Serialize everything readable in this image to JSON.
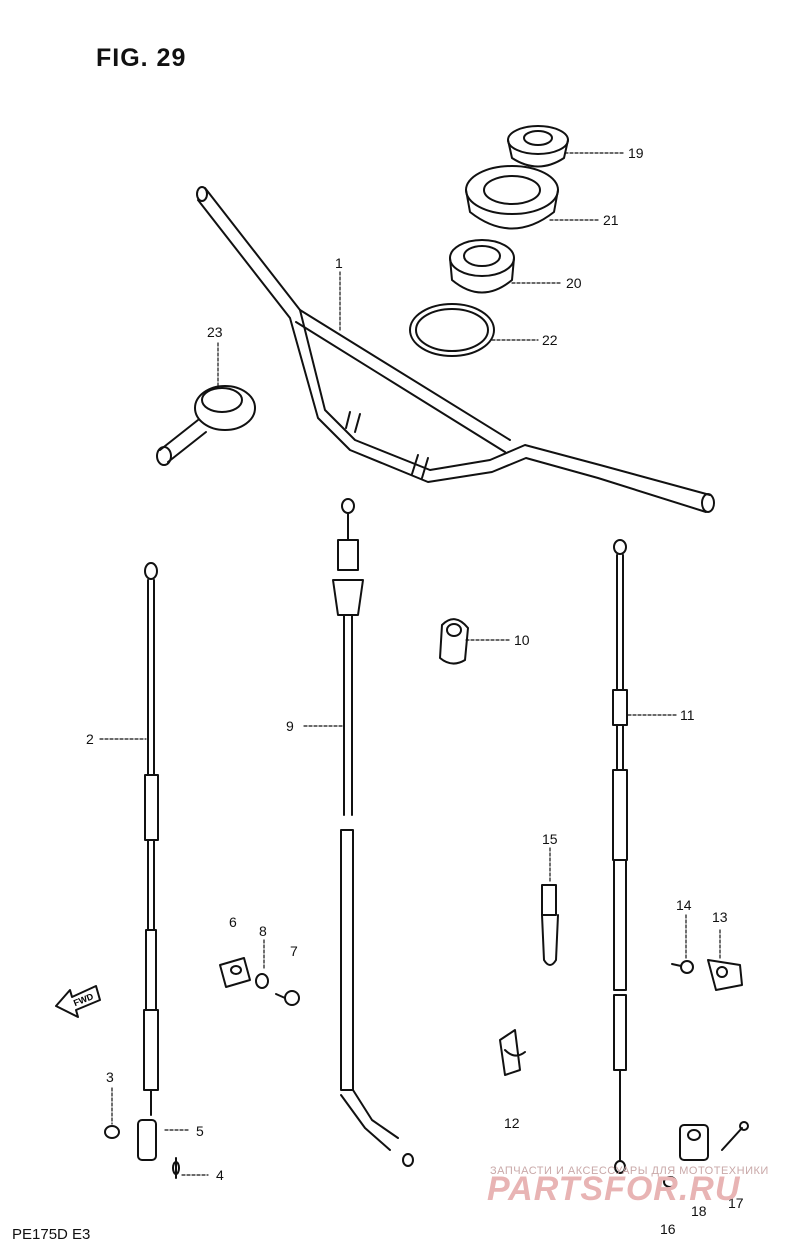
{
  "figure": {
    "title": "FIG. 29",
    "model_code": "PE175D E3"
  },
  "fwd_label": "FWD",
  "callouts": [
    "19",
    "21",
    "20",
    "22",
    "1",
    "23",
    "10",
    "9",
    "2",
    "11",
    "15",
    "6",
    "8",
    "7",
    "14",
    "13",
    "3",
    "5",
    "4",
    "12",
    "16",
    "18",
    "17"
  ],
  "watermark": {
    "top": "ЗАПЧАСТИ И АКСЕССУАРЫ ДЛЯ МОТОТЕХНИКИ",
    "brand": "PARTSFOR.RU"
  }
}
